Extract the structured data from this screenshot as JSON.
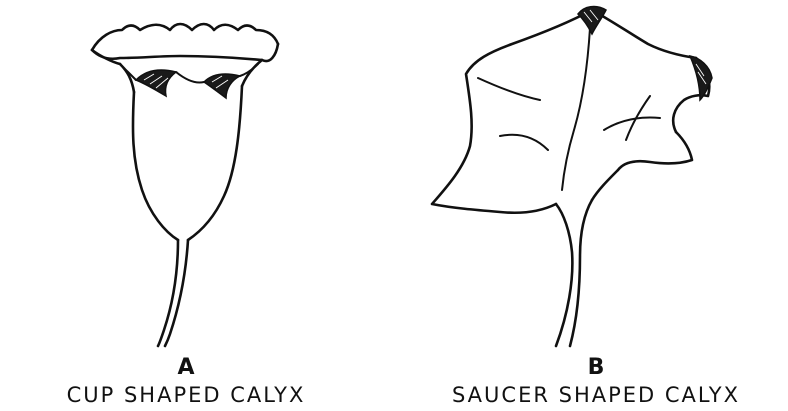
{
  "figures": [
    {
      "letter": "A",
      "caption": "CUP SHAPED CALYX",
      "icon": "cup-shaped-calyx-drawing"
    },
    {
      "letter": "B",
      "caption": "SAUCER SHAPED CALYX",
      "icon": "saucer-shaped-calyx-drawing"
    }
  ]
}
